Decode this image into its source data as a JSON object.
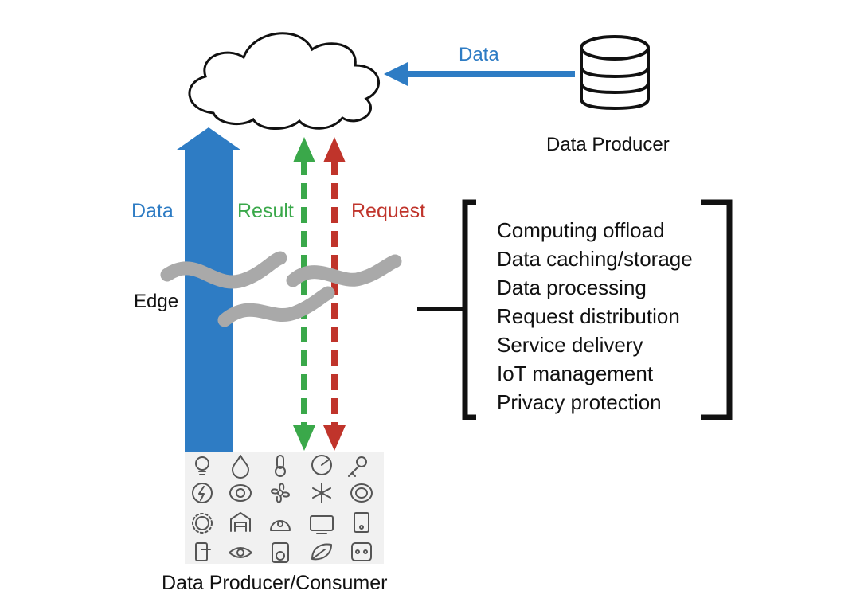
{
  "labels": {
    "cloud_data": "Data",
    "data_producer": "Data Producer",
    "up_data": "Data",
    "result": "Result",
    "request": "Request",
    "edge": "Edge",
    "producer_consumer": "Data Producer/Consumer"
  },
  "edge_functions": [
    "Computing offload",
    "Data caching/storage",
    "Data processing",
    "Request distribution",
    "Service delivery",
    "IoT management",
    "Privacy protection"
  ],
  "colors": {
    "data_blue": "#2e7cc4",
    "result_green": "#3aa84a",
    "request_red": "#c0342b",
    "edge_gray": "#a9a9a9",
    "outline": "#111111"
  },
  "device_icons": [
    "bulb-icon",
    "drop-icon",
    "thermometer-icon",
    "gauge-icon",
    "key-icon",
    "power-icon",
    "wifi-disc-icon",
    "fan-icon",
    "snowflake-icon",
    "plate-icon",
    "sun-icon",
    "garage-icon",
    "robot-vacuum-icon",
    "tv-icon",
    "tablet-icon",
    "door-lock-icon",
    "eye-icon",
    "speaker-icon",
    "leaf-icon",
    "socket-icon"
  ]
}
